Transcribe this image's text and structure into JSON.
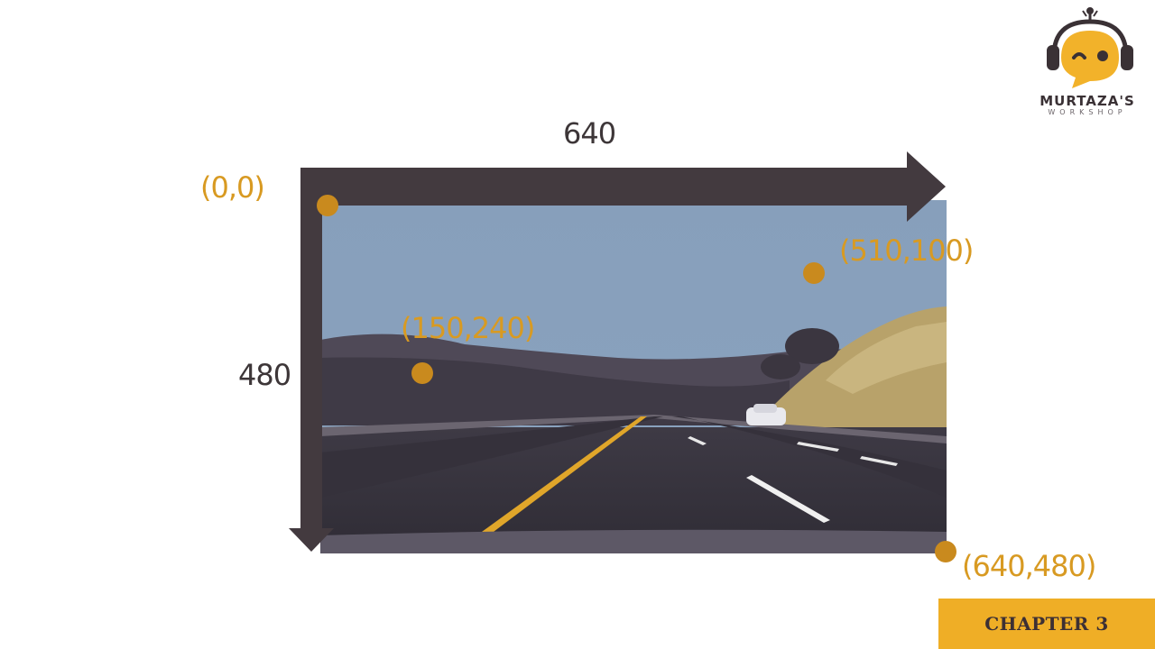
{
  "logo": {
    "name": "MURTAZA'S",
    "subtitle": "WORKSHOP"
  },
  "diagram": {
    "width_label": "640",
    "height_label": "480",
    "points": [
      {
        "label": "(0,0)"
      },
      {
        "label": "(510,100)"
      },
      {
        "label": "(150,240)"
      },
      {
        "label": "(640,480)"
      }
    ]
  },
  "footer": {
    "chapter_label": "CHAPTER 3"
  },
  "colors": {
    "axis": "#433a3f",
    "point": "#c98a1e",
    "point_label": "#d89a22",
    "chapter_bg": "#efae26"
  }
}
